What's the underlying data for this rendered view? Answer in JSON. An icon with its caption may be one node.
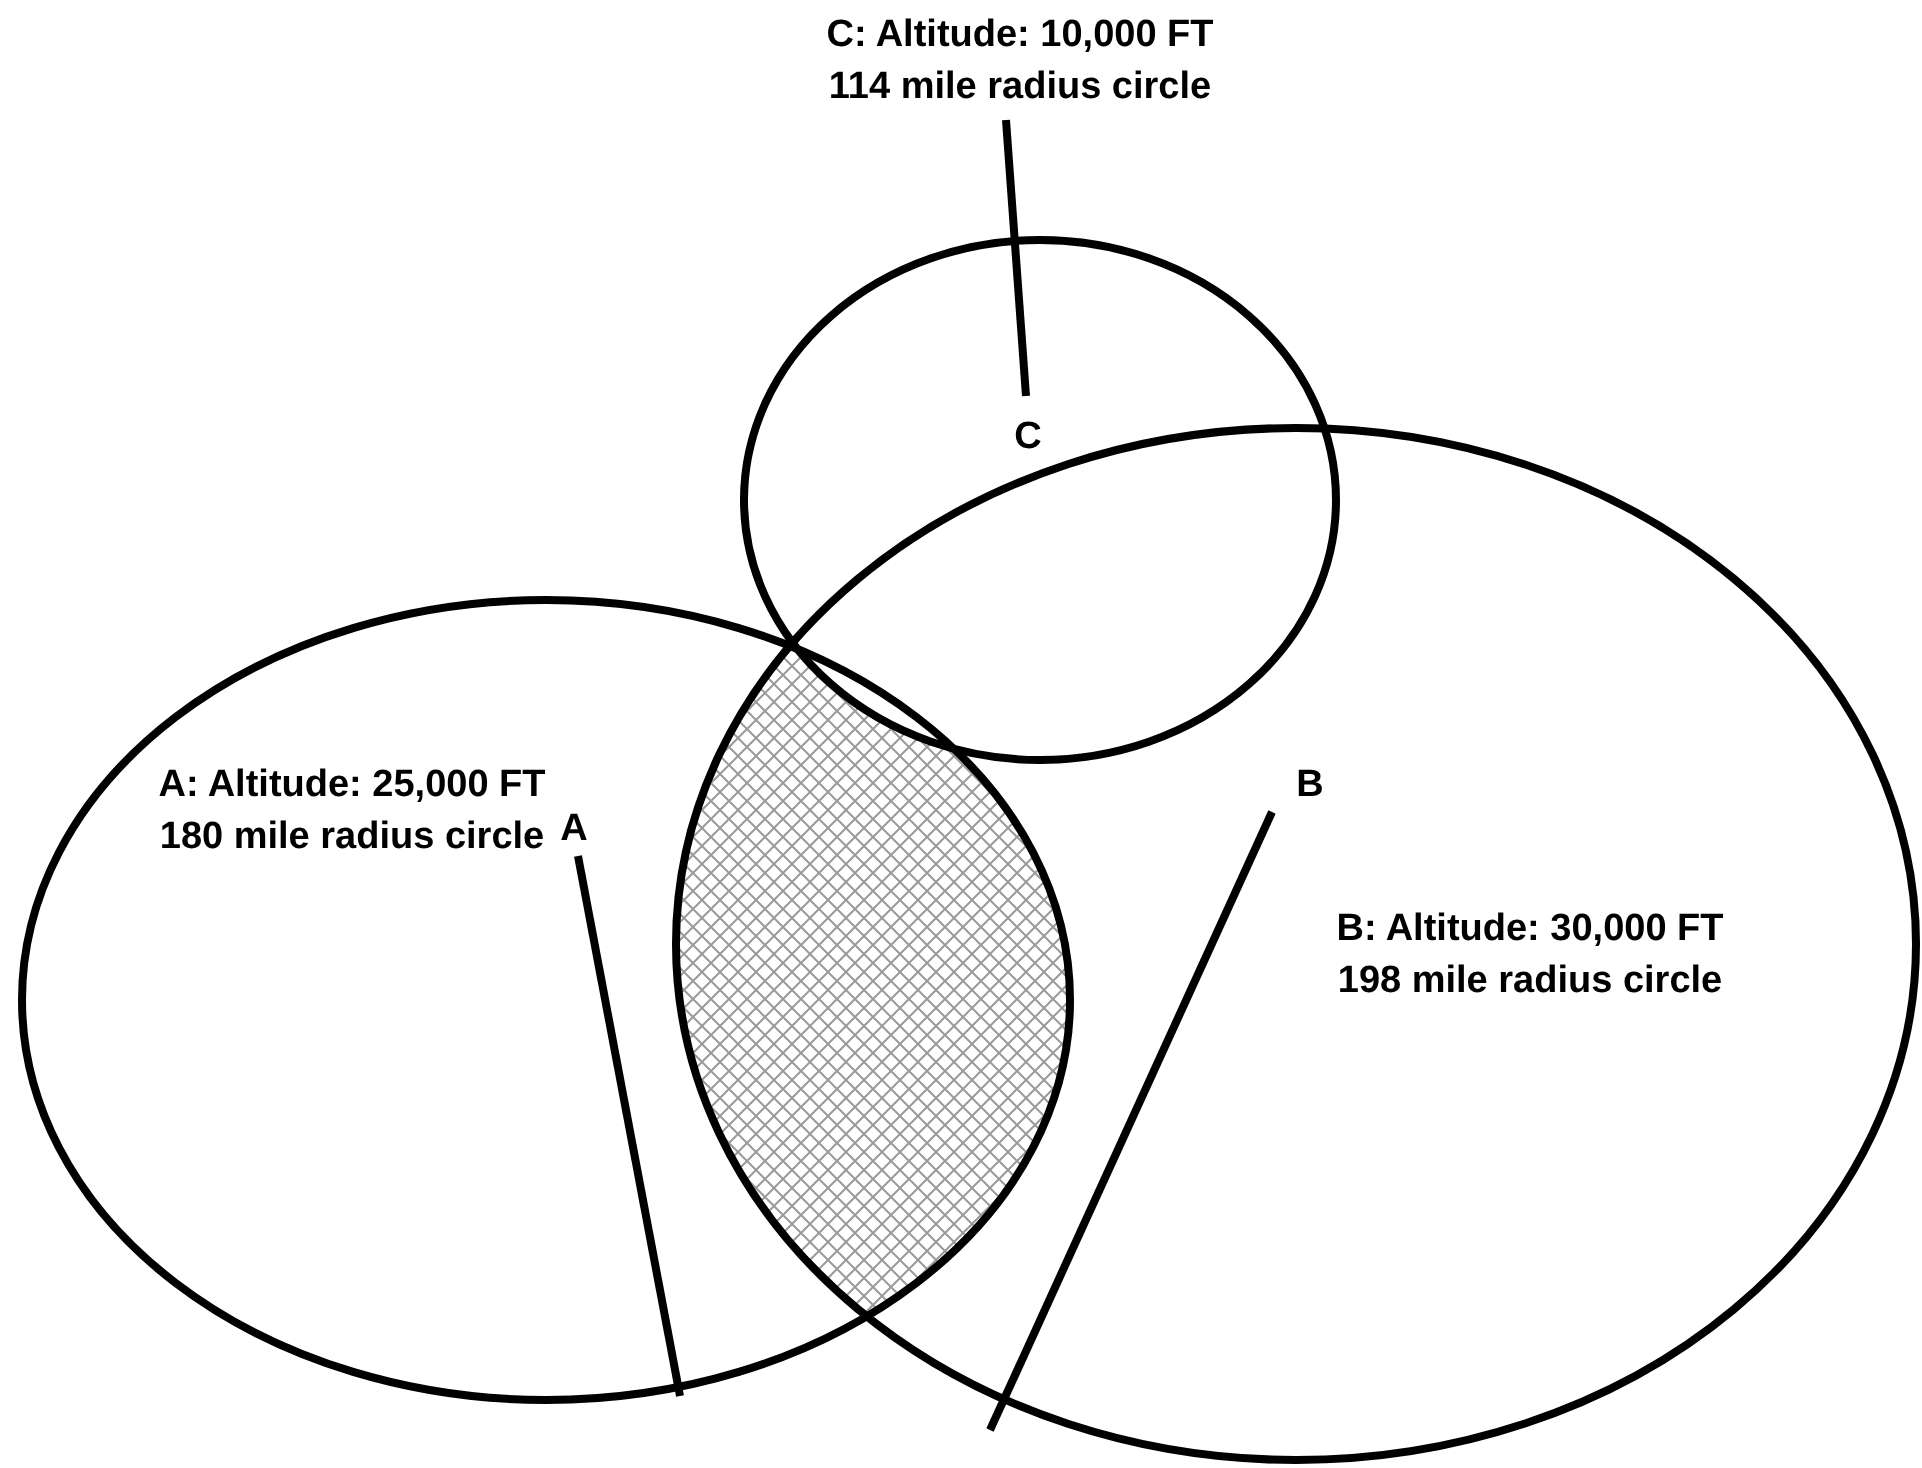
{
  "diagram": {
    "nodes": [
      {
        "text": [
          "C: Altitude: 10,000 FT 114 mile radius circle",
          "C"
        ]
      },
      {
        "text": [
          "A: Altitude: 25,000 FT 180 mile radius circle",
          "A"
        ]
      },
      {
        "text": [
          "B",
          "B: Altitude: 30,000 FT 198 mile radius circle"
        ]
      },
      {
        "text": [],
        "shape": "region"
      }
    ]
  }
}
